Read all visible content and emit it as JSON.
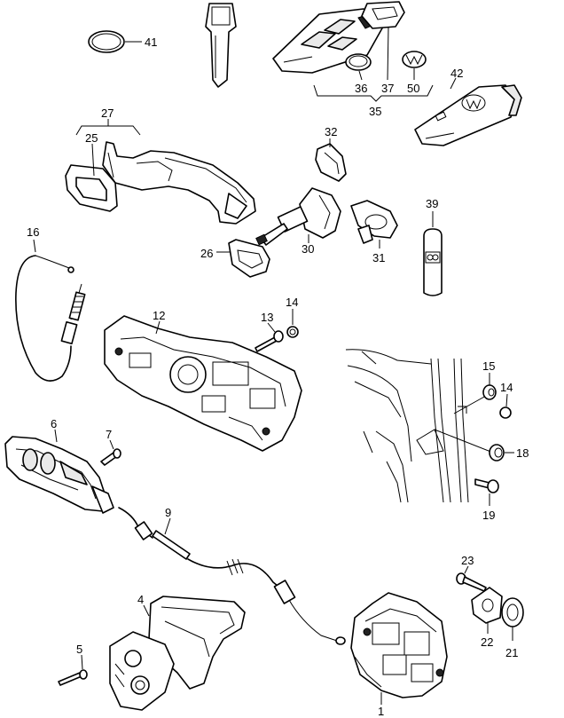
{
  "callouts": {
    "c1": "1",
    "c4": "4",
    "c5": "5",
    "c6": "6",
    "c7": "7",
    "c9": "9",
    "c12": "12",
    "c13": "13",
    "c14a": "14",
    "c14b": "14",
    "c15": "15",
    "c16": "16",
    "c18": "18",
    "c19": "19",
    "c21": "21",
    "c22": "22",
    "c23": "23",
    "c25": "25",
    "c26": "26",
    "c27": "27",
    "c30": "30",
    "c31": "31",
    "c32": "32",
    "c35": "35",
    "c36": "36",
    "c37": "37",
    "c39": "39",
    "c41": "41",
    "c42": "42",
    "c50": "50"
  }
}
